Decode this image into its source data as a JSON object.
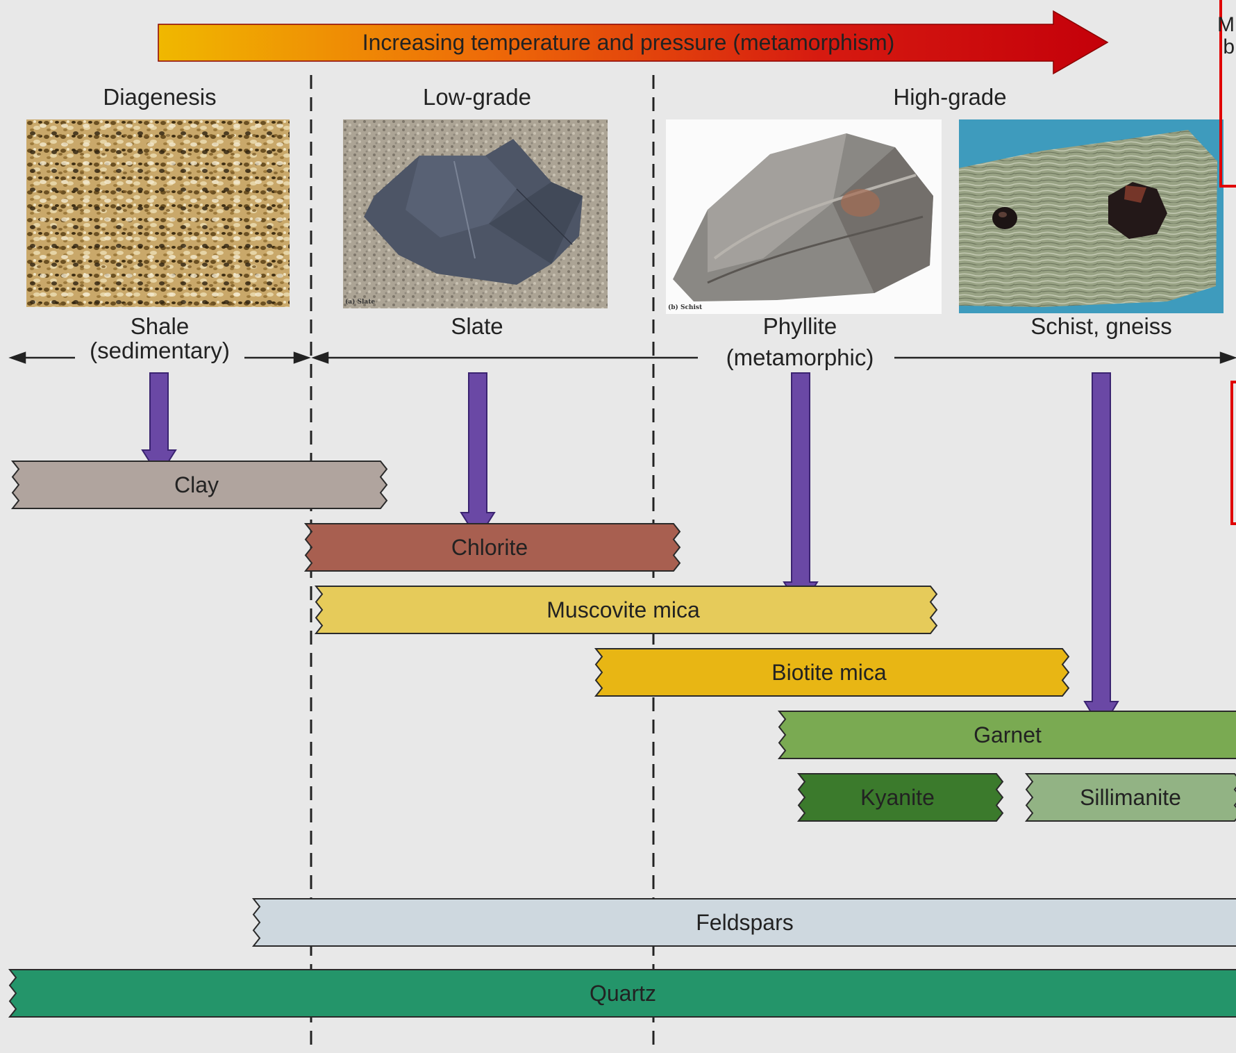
{
  "banner": {
    "text": "Increasing temperature and pressure (metamorphism)"
  },
  "stages": {
    "diagenesis": "Diagenesis",
    "low_grade": "Low-grade",
    "high_grade": "High-grade"
  },
  "rocks": {
    "shale": "Shale",
    "sedimentary": "(sedimentary)",
    "slate": "Slate",
    "phyllite": "Phyllite",
    "metamorphic": "(metamorphic)",
    "schist_gneiss": "Schist, gneiss"
  },
  "photo_captions": {
    "slate": "(a) Slate",
    "schist": "(b) Schist"
  },
  "corner_fragment": {
    "line1": "M",
    "line2": "b"
  },
  "minerals": [
    {
      "name": "Clay",
      "color": "#b0a49e"
    },
    {
      "name": "Chlorite",
      "color": "#a85f50"
    },
    {
      "name": "Muscovite mica",
      "color": "#e6cb5a"
    },
    {
      "name": "Biotite mica",
      "color": "#e8b614"
    },
    {
      "name": "Garnet",
      "color": "#7aaa52"
    },
    {
      "name": "Kyanite",
      "color": "#3b7a2c"
    },
    {
      "name": "Sillimanite",
      "color": "#92b384"
    },
    {
      "name": "Feldspars",
      "color": "#ced8df"
    },
    {
      "name": "Quartz",
      "color": "#24956a"
    }
  ],
  "colors": {
    "arrow": "#6a48a5",
    "banner_start": "#f0b800",
    "banner_end": "#c4000a"
  }
}
